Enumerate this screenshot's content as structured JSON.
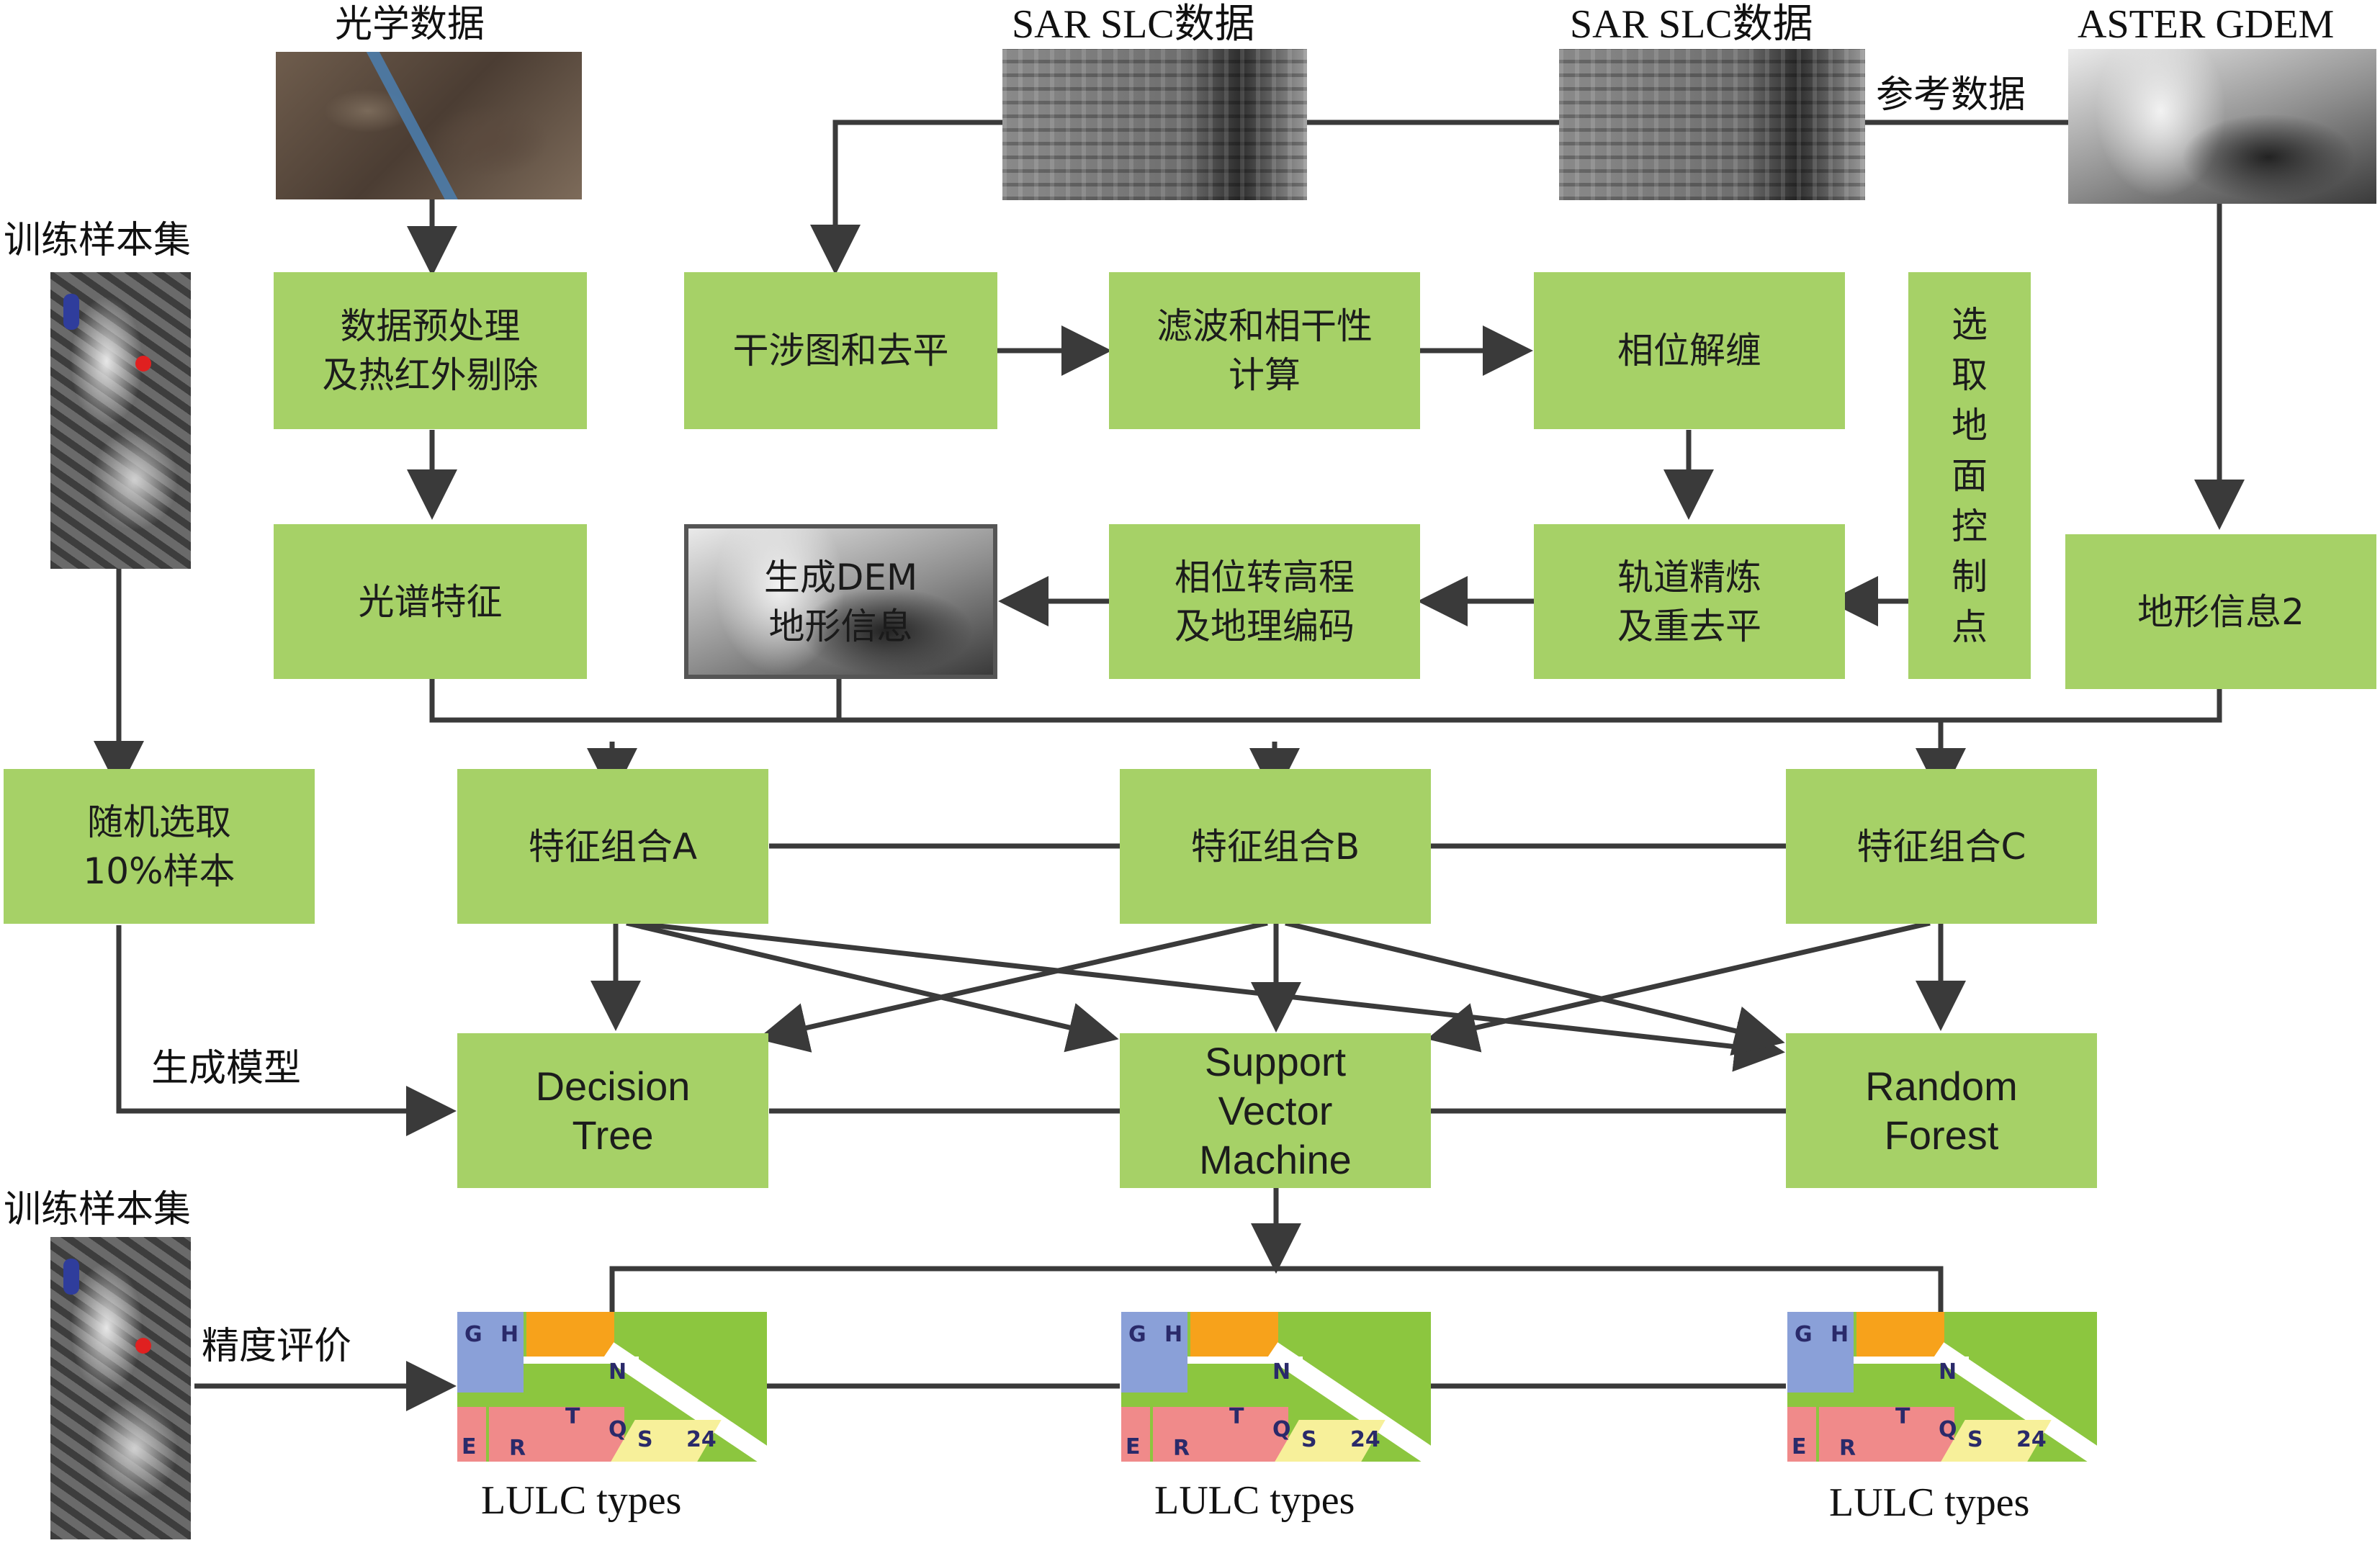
{
  "sources": {
    "optical": "光学数据",
    "sar1": "SAR SLC数据",
    "sar2": "SAR SLC数据",
    "aster": "ASTER GDEM",
    "ref": "参考数据"
  },
  "samples": {
    "train_top": "训练样本集",
    "train_bottom": "训练样本集",
    "random": "随机选取\n10%样本",
    "gen_model": "生成模型",
    "accuracy": "精度评价"
  },
  "steps": {
    "preprocess": "数据预处理\n及热红外剔除",
    "spectral": "光谱特征",
    "interfero": "干涉图和去平",
    "filter": "滤波和相干性\n计算",
    "unwrap": "相位解缠",
    "orbit": "轨道精炼\n及重去平",
    "geocode": "相位转高程\n及地理编码",
    "gen_dem": "生成DEM\n地形信息",
    "gcp": "选\n取\n地\n面\n控\n制\n点",
    "terrain2": "地形信息2"
  },
  "features": {
    "a": "特征组合A",
    "b": "特征组合B",
    "c": "特征组合C"
  },
  "classifiers": {
    "dt": "Decision\nTree",
    "svm": "Support\nVector\nMachine",
    "rf": "Random\nForest"
  },
  "outputs": {
    "lulc1": "LULC types",
    "lulc2": "LULC types",
    "lulc3": "LULC types",
    "map_labels": [
      "G",
      "H",
      "N",
      "E",
      "R",
      "T",
      "Q",
      "S",
      "24"
    ]
  },
  "colors": {
    "box_fill": "#a6d167",
    "line": "#3a3a3a"
  }
}
